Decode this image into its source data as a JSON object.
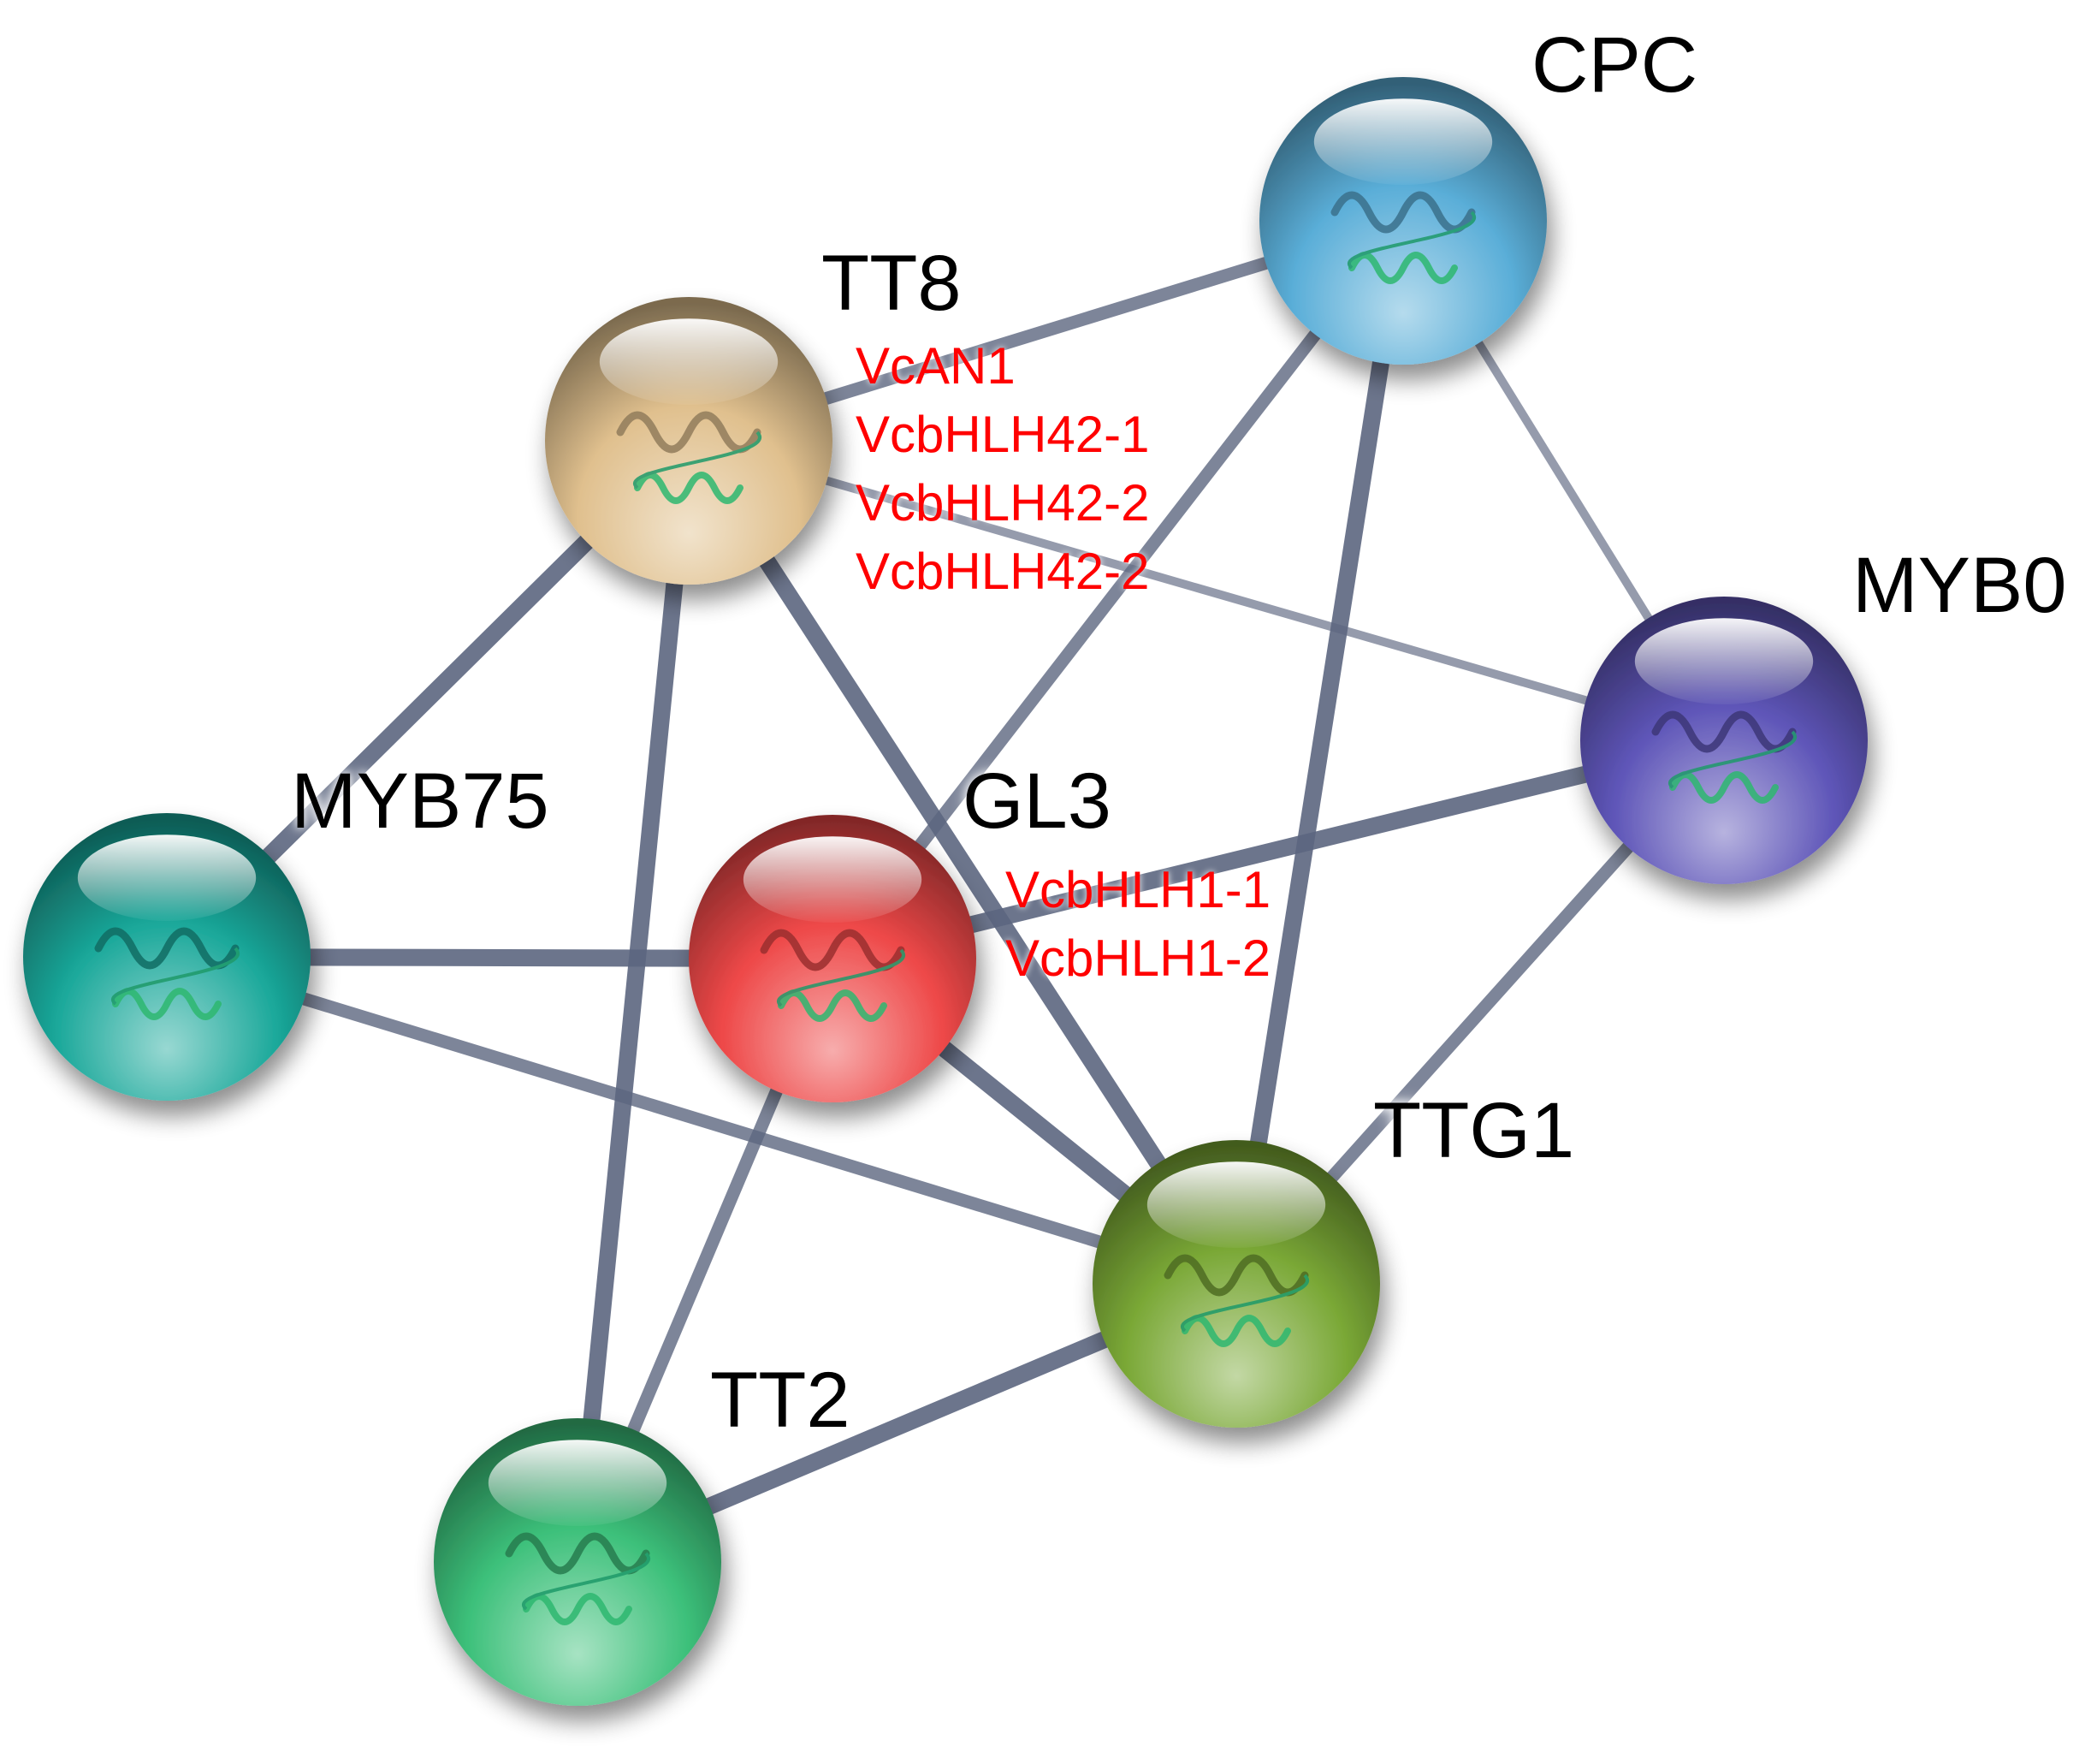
{
  "colors": {
    "edge": "#5c6680",
    "gene_text": "#ff0000",
    "label_text": "#000000"
  },
  "nodes": [
    {
      "id": "CPC",
      "label": "CPC",
      "color": "#5aaed8",
      "glyph": "protein-structure-icon"
    },
    {
      "id": "TT8",
      "label": "TT8",
      "color": "#e0c08e",
      "glyph": "protein-structure-icon"
    },
    {
      "id": "MYB0",
      "label": "MYB0",
      "color": "#5e55b8",
      "glyph": "protein-structure-icon"
    },
    {
      "id": "MYB75",
      "label": "MYB75",
      "color": "#1aa89a",
      "glyph": "protein-structure-icon"
    },
    {
      "id": "GL3",
      "label": "GL3",
      "color": "#ee4848",
      "glyph": "protein-structure-icon"
    },
    {
      "id": "TTG1",
      "label": "TTG1",
      "color": "#7aa836",
      "glyph": "protein-structure-icon"
    },
    {
      "id": "TT2",
      "label": "TT2",
      "color": "#3cc07a",
      "glyph": "protein-structure-icon"
    }
  ],
  "edges": [
    {
      "source": "TT8",
      "target": "CPC",
      "strength": "medium"
    },
    {
      "source": "TT8",
      "target": "MYB0",
      "strength": "weak"
    },
    {
      "source": "TT8",
      "target": "MYB75",
      "strength": "strong"
    },
    {
      "source": "TT8",
      "target": "TT2",
      "strength": "strong"
    },
    {
      "source": "TT8",
      "target": "TTG1",
      "strength": "strong"
    },
    {
      "source": "CPC",
      "target": "MYB0",
      "strength": "weak"
    },
    {
      "source": "CPC",
      "target": "GL3",
      "strength": "medium"
    },
    {
      "source": "CPC",
      "target": "TTG1",
      "strength": "strong"
    },
    {
      "source": "GL3",
      "target": "MYB0",
      "strength": "strong"
    },
    {
      "source": "MYB75",
      "target": "GL3",
      "strength": "strong"
    },
    {
      "source": "MYB75",
      "target": "TTG1",
      "strength": "medium"
    },
    {
      "source": "GL3",
      "target": "TTG1",
      "strength": "strong"
    },
    {
      "source": "GL3",
      "target": "TT2",
      "strength": "medium"
    },
    {
      "source": "MYB0",
      "target": "TTG1",
      "strength": "medium"
    },
    {
      "source": "TT2",
      "target": "TTG1",
      "strength": "strong"
    }
  ],
  "gene_annotations": {
    "tt8": [
      "VcAN1",
      "VcbHLH42-1",
      "VcbHLH42-2",
      "VcbHLH42-2"
    ],
    "gl3": [
      "VcbHLH1-1",
      "VcbHLH1-2"
    ]
  }
}
